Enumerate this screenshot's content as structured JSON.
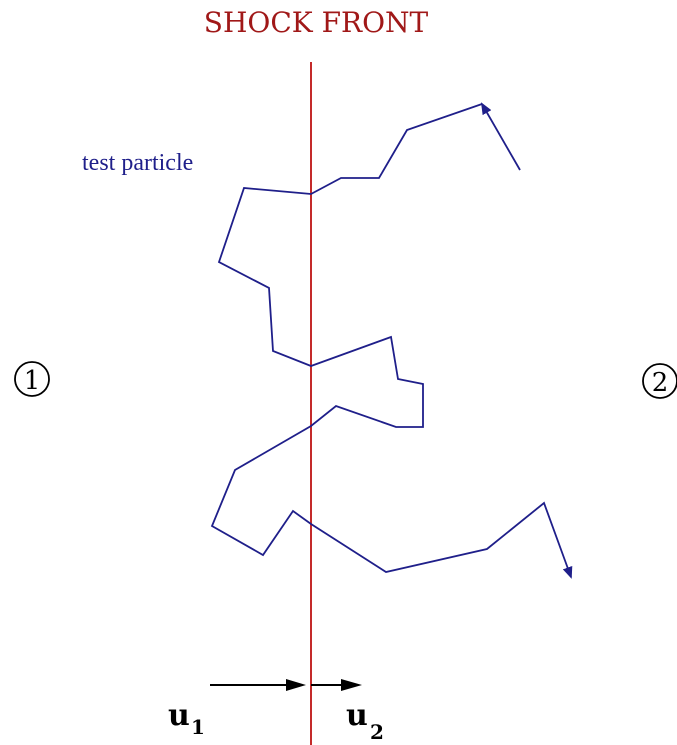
{
  "title": "SHOCK FRONT",
  "particle_label": "test particle",
  "regions": {
    "upstream": "1",
    "downstream": "2"
  },
  "velocities": {
    "upstream": {
      "symbol": "u",
      "subscript": "1"
    },
    "downstream": {
      "symbol": "u",
      "subscript": "2"
    }
  },
  "colors": {
    "shock_line": "#c42a2a",
    "title": "#a01818",
    "particle_path": "#1f1f8a",
    "arrows": "#000000"
  }
}
